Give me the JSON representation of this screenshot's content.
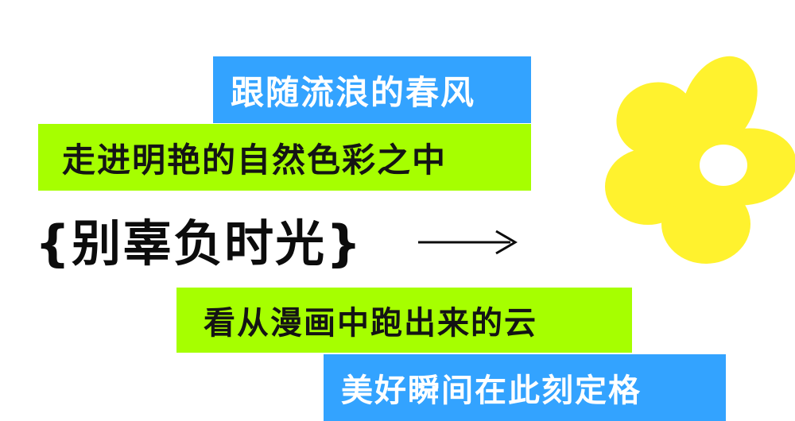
{
  "lines": {
    "line1": "跟随流浪的春风",
    "line2": "走进明艳的自然色彩之中",
    "headline": "{别辜负时光}",
    "line3": "看从漫画中跑出来的云",
    "line4": "美好瞬间在此刻定格"
  },
  "icons": {
    "arrow": "right-arrow-icon",
    "flower": "flower-icon"
  },
  "colors": {
    "blue": "#33a3ff",
    "green": "#a6ff00",
    "yellow": "#fff22e",
    "text_dark": "#141414",
    "text_light": "#ffffff"
  }
}
